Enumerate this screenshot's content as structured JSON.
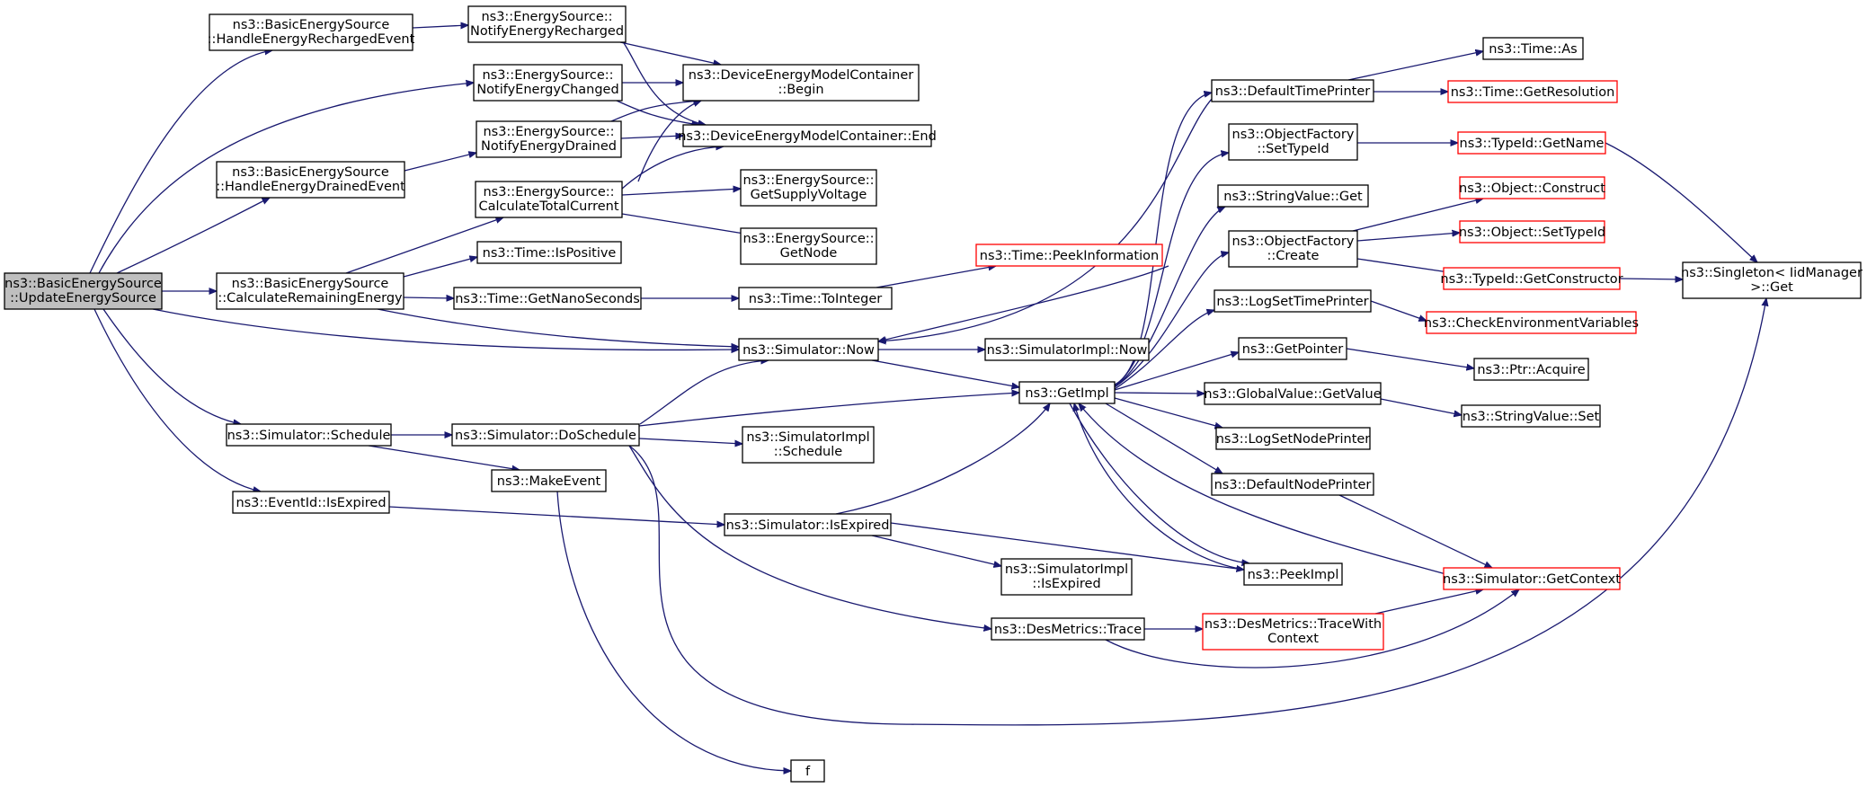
{
  "colors": {
    "edge": "#191970",
    "node_border": "#000000",
    "node_border_missing": "#ff0000",
    "node_fill": "#ffffff",
    "root_fill": "#bfbfbf"
  },
  "nodes": [
    {
      "id": "update",
      "lines": [
        "ns3::BasicEnergySource",
        "::UpdateEnergySource"
      ],
      "style": "root"
    },
    {
      "id": "hrech",
      "lines": [
        "ns3::BasicEnergySource",
        "::HandleEnergyRechargedEvent"
      ],
      "style": "normal"
    },
    {
      "id": "hdrain",
      "lines": [
        "ns3::BasicEnergySource",
        "::HandleEnergyDrainedEvent"
      ],
      "style": "normal"
    },
    {
      "id": "calcrem",
      "lines": [
        "ns3::BasicEnergySource",
        "::CalculateRemainingEnergy"
      ],
      "style": "normal"
    },
    {
      "id": "simsched",
      "lines": [
        "ns3::Simulator::Schedule"
      ],
      "style": "normal"
    },
    {
      "id": "eventexp",
      "lines": [
        "ns3::EventId::IsExpired"
      ],
      "style": "normal"
    },
    {
      "id": "notrech",
      "lines": [
        "ns3::EnergySource::",
        "NotifyEnergyRecharged"
      ],
      "style": "normal"
    },
    {
      "id": "notchg",
      "lines": [
        "ns3::EnergySource::",
        "NotifyEnergyChanged"
      ],
      "style": "normal"
    },
    {
      "id": "notdrain",
      "lines": [
        "ns3::EnergySource::",
        "NotifyEnergyDrained"
      ],
      "style": "normal"
    },
    {
      "id": "calctot",
      "lines": [
        "ns3::EnergySource::",
        "CalculateTotalCurrent"
      ],
      "style": "normal"
    },
    {
      "id": "timepos",
      "lines": [
        "ns3::Time::IsPositive"
      ],
      "style": "normal"
    },
    {
      "id": "timenano",
      "lines": [
        "ns3::Time::GetNanoSeconds"
      ],
      "style": "normal"
    },
    {
      "id": "dosched",
      "lines": [
        "ns3::Simulator::DoSchedule"
      ],
      "style": "normal"
    },
    {
      "id": "makeevent",
      "lines": [
        "ns3::MakeEvent"
      ],
      "style": "normal"
    },
    {
      "id": "dembegin",
      "lines": [
        "ns3::DeviceEnergyModelContainer",
        "::Begin"
      ],
      "style": "normal"
    },
    {
      "id": "demend",
      "lines": [
        "ns3::DeviceEnergyModelContainer::End"
      ],
      "style": "normal"
    },
    {
      "id": "getsupply",
      "lines": [
        "ns3::EnergySource::",
        "GetSupplyVoltage"
      ],
      "style": "normal"
    },
    {
      "id": "getnode",
      "lines": [
        "ns3::EnergySource::",
        "GetNode"
      ],
      "style": "normal"
    },
    {
      "id": "tointeger",
      "lines": [
        "ns3::Time::ToInteger"
      ],
      "style": "normal"
    },
    {
      "id": "simnow",
      "lines": [
        "ns3::Simulator::Now"
      ],
      "style": "normal"
    },
    {
      "id": "simimplsched",
      "lines": [
        "ns3::SimulatorImpl",
        "::Schedule"
      ],
      "style": "normal"
    },
    {
      "id": "simisexp",
      "lines": [
        "ns3::Simulator::IsExpired"
      ],
      "style": "normal"
    },
    {
      "id": "f",
      "lines": [
        "f"
      ],
      "style": "normal"
    },
    {
      "id": "peekinfo",
      "lines": [
        "ns3::Time::PeekInformation"
      ],
      "style": "missing"
    },
    {
      "id": "simimplnow",
      "lines": [
        "ns3::SimulatorImpl::Now"
      ],
      "style": "normal"
    },
    {
      "id": "getimpl",
      "lines": [
        "ns3::GetImpl"
      ],
      "style": "normal"
    },
    {
      "id": "simimplisexp",
      "lines": [
        "ns3::SimulatorImpl",
        "::IsExpired"
      ],
      "style": "normal"
    },
    {
      "id": "desmtrace",
      "lines": [
        "ns3::DesMetrics::Trace"
      ],
      "style": "normal"
    },
    {
      "id": "deftime",
      "lines": [
        "ns3::DefaultTimePrinter"
      ],
      "style": "normal"
    },
    {
      "id": "ofsettype",
      "lines": [
        "ns3::ObjectFactory",
        "::SetTypeId"
      ],
      "style": "normal"
    },
    {
      "id": "strvalget",
      "lines": [
        "ns3::StringValue::Get"
      ],
      "style": "normal"
    },
    {
      "id": "ofcreate",
      "lines": [
        "ns3::ObjectFactory",
        "::Create"
      ],
      "style": "normal"
    },
    {
      "id": "logsettime",
      "lines": [
        "ns3::LogSetTimePrinter"
      ],
      "style": "normal"
    },
    {
      "id": "getpointer",
      "lines": [
        "ns3::GetPointer"
      ],
      "style": "normal"
    },
    {
      "id": "gvgetvalue",
      "lines": [
        "ns3::GlobalValue::GetValue"
      ],
      "style": "normal"
    },
    {
      "id": "logsetnode",
      "lines": [
        "ns3::LogSetNodePrinter"
      ],
      "style": "normal"
    },
    {
      "id": "defnode",
      "lines": [
        "ns3::DefaultNodePrinter"
      ],
      "style": "normal"
    },
    {
      "id": "peekimpl",
      "lines": [
        "ns3::PeekImpl"
      ],
      "style": "normal"
    },
    {
      "id": "desmtracectx",
      "lines": [
        "ns3::DesMetrics::TraceWith",
        "Context"
      ],
      "style": "missing"
    },
    {
      "id": "timeas",
      "lines": [
        "ns3::Time::As"
      ],
      "style": "normal"
    },
    {
      "id": "timeres",
      "lines": [
        "ns3::Time::GetResolution"
      ],
      "style": "missing"
    },
    {
      "id": "typeidname",
      "lines": [
        "ns3::TypeId::GetName"
      ],
      "style": "missing"
    },
    {
      "id": "objconstruct",
      "lines": [
        "ns3::Object::Construct"
      ],
      "style": "missing"
    },
    {
      "id": "objsettype",
      "lines": [
        "ns3::Object::SetTypeId"
      ],
      "style": "missing"
    },
    {
      "id": "typeidctor",
      "lines": [
        "ns3::TypeId::GetConstructor"
      ],
      "style": "missing"
    },
    {
      "id": "checkenv",
      "lines": [
        "ns3::CheckEnvironmentVariables"
      ],
      "style": "missing"
    },
    {
      "id": "ptracquire",
      "lines": [
        "ns3::Ptr::Acquire"
      ],
      "style": "normal"
    },
    {
      "id": "strvalset",
      "lines": [
        "ns3::StringValue::Set"
      ],
      "style": "normal"
    },
    {
      "id": "simgetctx",
      "lines": [
        "ns3::Simulator::GetContext"
      ],
      "style": "missing"
    },
    {
      "id": "singleton",
      "lines": [
        "ns3::Singleton< IidManager",
        ">::Get"
      ],
      "style": "normal"
    }
  ],
  "edges": [
    [
      "update",
      "hrech"
    ],
    [
      "update",
      "notchg"
    ],
    [
      "update",
      "hdrain"
    ],
    [
      "update",
      "calcrem"
    ],
    [
      "update",
      "simnow"
    ],
    [
      "update",
      "simsched"
    ],
    [
      "update",
      "eventexp"
    ],
    [
      "hrech",
      "notrech"
    ],
    [
      "notrech",
      "dembegin"
    ],
    [
      "notrech",
      "demend"
    ],
    [
      "notchg",
      "dembegin"
    ],
    [
      "notchg",
      "demend"
    ],
    [
      "hdrain",
      "notdrain"
    ],
    [
      "notdrain",
      "dembegin"
    ],
    [
      "notdrain",
      "demend"
    ],
    [
      "calcrem",
      "calctot"
    ],
    [
      "calcrem",
      "timepos"
    ],
    [
      "calcrem",
      "timenano"
    ],
    [
      "calcrem",
      "simnow"
    ],
    [
      "calctot",
      "dembegin"
    ],
    [
      "calctot",
      "demend"
    ],
    [
      "calctot",
      "getsupply"
    ],
    [
      "calctot",
      "getnode"
    ],
    [
      "timenano",
      "tointeger"
    ],
    [
      "tointeger",
      "peekinfo"
    ],
    [
      "simsched",
      "dosched"
    ],
    [
      "simsched",
      "makeevent"
    ],
    [
      "dosched",
      "simnow"
    ],
    [
      "dosched",
      "getimpl"
    ],
    [
      "dosched",
      "simimplsched"
    ],
    [
      "dosched",
      "desmtrace"
    ],
    [
      "dosched",
      "singleton"
    ],
    [
      "makeevent",
      "f"
    ],
    [
      "eventexp",
      "simisexp"
    ],
    [
      "simisexp",
      "getimpl"
    ],
    [
      "simisexp",
      "peekimpl"
    ],
    [
      "simisexp",
      "simimplisexp"
    ],
    [
      "simnow",
      "simimplnow"
    ],
    [
      "simnow",
      "getimpl"
    ],
    [
      "peekinfo",
      "simnow"
    ],
    [
      "getimpl",
      "deftime"
    ],
    [
      "getimpl",
      "ofsettype"
    ],
    [
      "getimpl",
      "strvalget"
    ],
    [
      "getimpl",
      "ofcreate"
    ],
    [
      "getimpl",
      "logsettime"
    ],
    [
      "getimpl",
      "getpointer"
    ],
    [
      "getimpl",
      "gvgetvalue"
    ],
    [
      "getimpl",
      "logsetnode"
    ],
    [
      "getimpl",
      "defnode"
    ],
    [
      "getimpl",
      "peekimpl"
    ],
    [
      "deftime",
      "timeas"
    ],
    [
      "deftime",
      "timeres"
    ],
    [
      "deftime",
      "simnow"
    ],
    [
      "ofsettype",
      "typeidname"
    ],
    [
      "typeidname",
      "singleton"
    ],
    [
      "ofcreate",
      "objconstruct"
    ],
    [
      "ofcreate",
      "objsettype"
    ],
    [
      "ofcreate",
      "typeidctor"
    ],
    [
      "typeidctor",
      "singleton"
    ],
    [
      "logsettime",
      "checkenv"
    ],
    [
      "getpointer",
      "ptracquire"
    ],
    [
      "gvgetvalue",
      "strvalset"
    ],
    [
      "defnode",
      "simgetctx"
    ],
    [
      "simgetctx",
      "getimpl"
    ],
    [
      "peekimpl",
      "getimpl"
    ],
    [
      "desmtrace",
      "desmtracectx"
    ],
    [
      "desmtrace",
      "simgetctx"
    ],
    [
      "desmtracectx",
      "simgetctx"
    ]
  ]
}
